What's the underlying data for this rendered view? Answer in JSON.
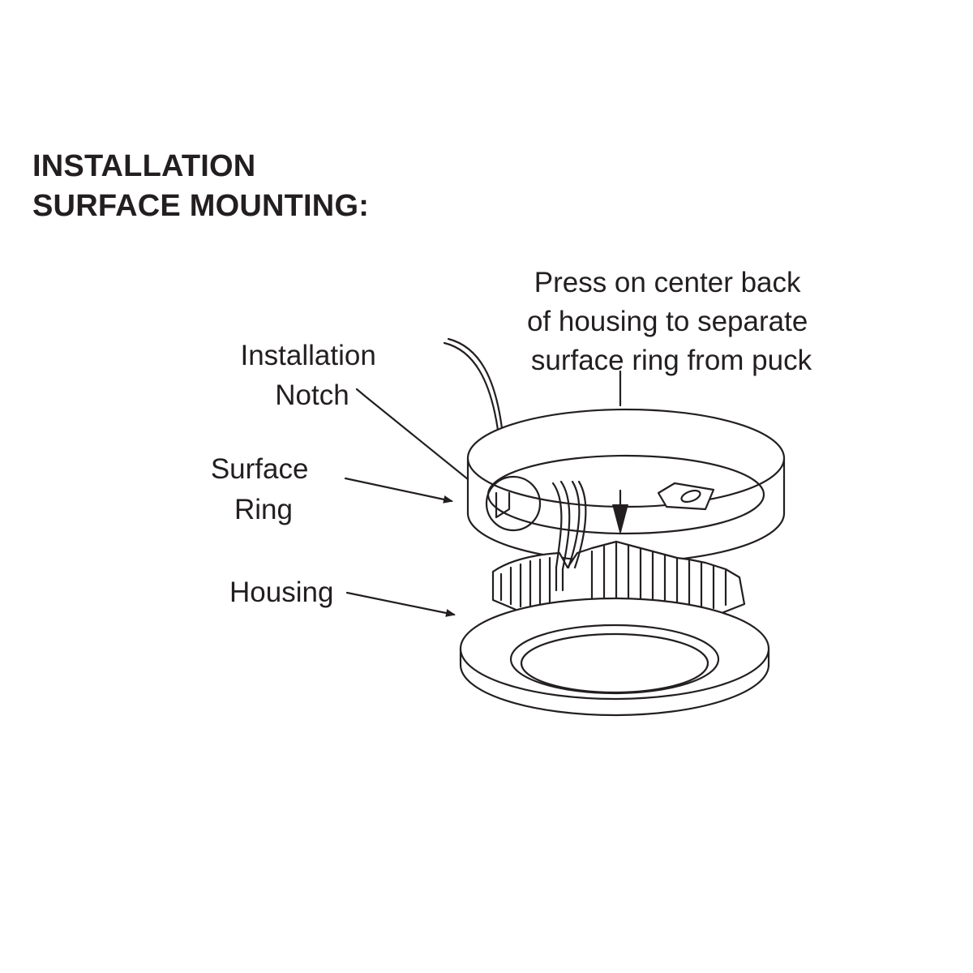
{
  "heading": {
    "line1": "INSTALLATION",
    "line2": "SURFACE MOUNTING:"
  },
  "callouts": {
    "press": [
      "Press on center back",
      "of housing to separate",
      "surface ring from puck"
    ],
    "notch": [
      "Installation",
      "Notch"
    ],
    "ring": [
      "Surface",
      "Ring"
    ],
    "housing": "Housing"
  },
  "colors": {
    "ink": "#231f20",
    "background": "#ffffff"
  }
}
